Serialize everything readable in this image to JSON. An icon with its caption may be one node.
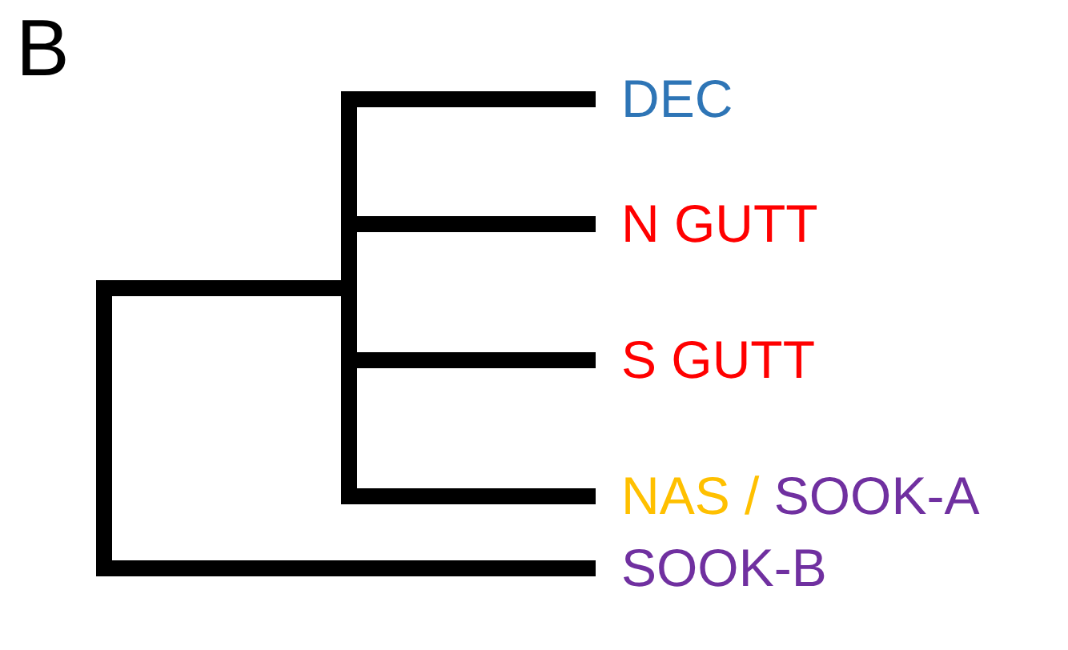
{
  "diagram": {
    "nodes": [
      {
        "text": [],
        "shape": "point"
      },
      {
        "text": [],
        "shape": "point"
      },
      {
        "text": [
          "DEC"
        ]
      },
      {
        "text": [
          "N GUTT"
        ]
      },
      {
        "text": [
          "S GUTT"
        ]
      },
      {
        "text": [
          "NAS /",
          "SOOK-A"
        ]
      },
      {
        "text": [
          "SOOK-B"
        ]
      }
    ],
    "edges": [
      {
        "from": 0,
        "to": 1,
        "arrow": "none"
      },
      {
        "from": 1,
        "to": 2,
        "arrow": "none"
      },
      {
        "from": 1,
        "to": 3,
        "arrow": "none"
      },
      {
        "from": 1,
        "to": 4,
        "arrow": "none"
      },
      {
        "from": 1,
        "to": 5,
        "arrow": "none"
      },
      {
        "from": 0,
        "to": 6,
        "arrow": "none"
      }
    ],
    "labels": [
      "B"
    ]
  }
}
